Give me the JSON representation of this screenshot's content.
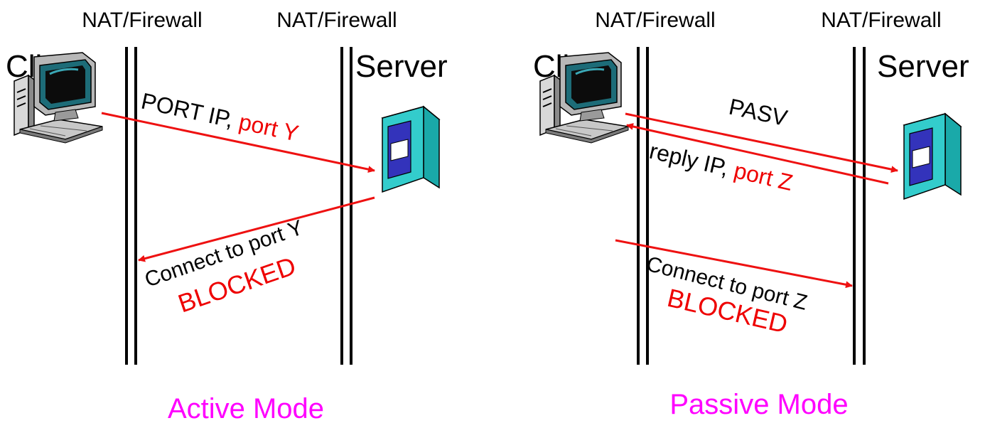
{
  "colors": {
    "arrow": "#ee1111",
    "red_text": "#ee0000",
    "caption": "#ff00ff",
    "black": "#000000",
    "server_body": "#33cccc",
    "server_panel": "#3333bb"
  },
  "active": {
    "fw_left_label": "NAT/Firewall",
    "fw_right_label": "NAT/Firewall",
    "client_label": "Client",
    "server_label": "Server",
    "msg1_prefix": "PORT IP, ",
    "msg1_port": "port Y",
    "msg2_text": "Connect to port Y",
    "msg2_blocked": "BLOCKED",
    "caption": "Active Mode"
  },
  "passive": {
    "fw_left_label": "NAT/Firewall",
    "fw_right_label": "NAT/Firewall",
    "client_label": "Client",
    "server_label": "Server",
    "msg1_text": "PASV",
    "msg2_prefix": "reply IP, ",
    "msg2_port": "port Z",
    "msg3_text": "Connect to port Z",
    "msg3_blocked": "BLOCKED",
    "caption": "Passive Mode"
  }
}
